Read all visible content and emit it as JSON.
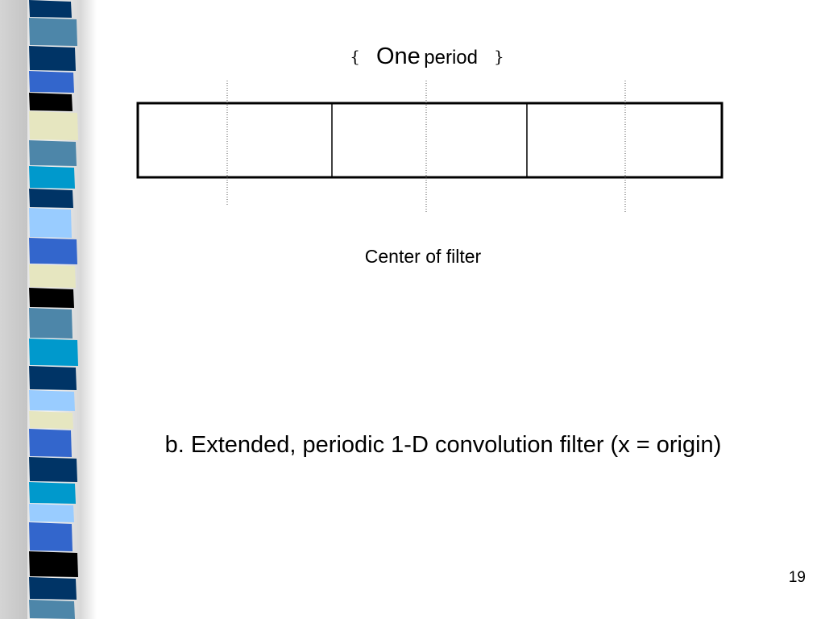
{
  "slide": {
    "title": {
      "open_brace": "{",
      "word_one": "One",
      "word_period": "period",
      "close_brace": "}"
    },
    "center_label": "Center of filter",
    "caption": "b. Extended, periodic 1-D convolution filter (x = origin)",
    "page_number": "19"
  },
  "colors": {
    "stripes": [
      "#4d86a9",
      "#003466",
      "#3366cc",
      "#000000",
      "#e6e6c0",
      "#0099cc",
      "#99ccff"
    ]
  }
}
